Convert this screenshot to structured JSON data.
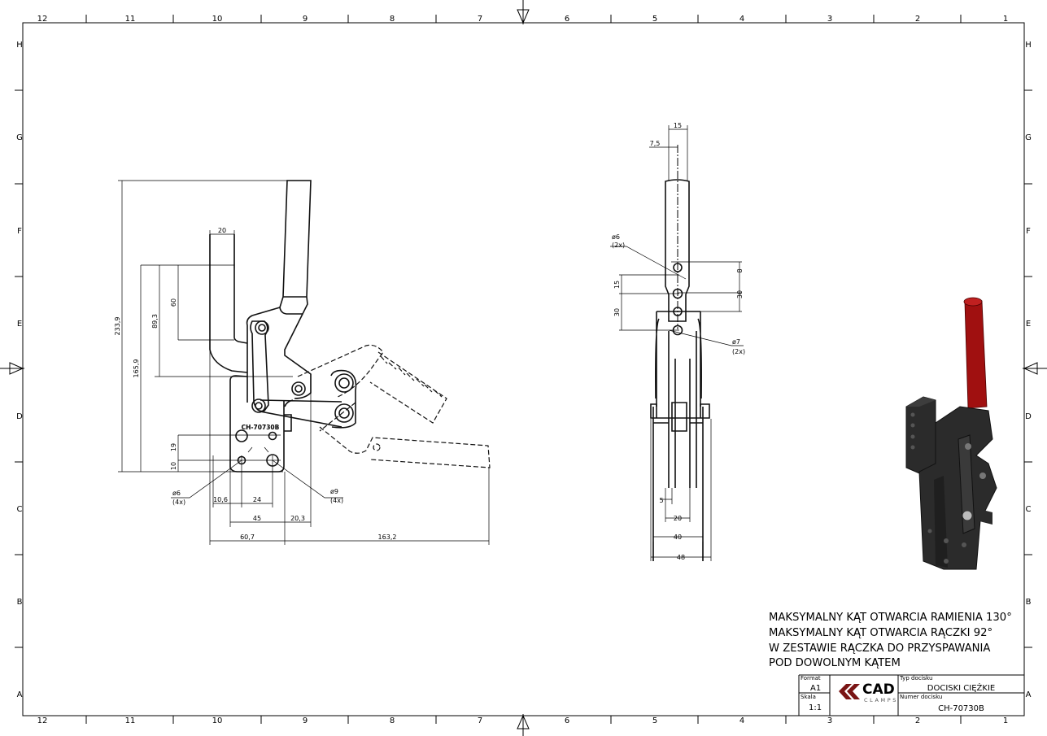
{
  "sheet": {
    "columns": [
      "12",
      "11",
      "10",
      "9",
      "8",
      "7",
      "6",
      "5",
      "4",
      "3",
      "2",
      "1"
    ],
    "rows": [
      "H",
      "G",
      "F",
      "E",
      "D",
      "C",
      "B",
      "A"
    ]
  },
  "front_view": {
    "part_label": "CH-70730B",
    "dims": {
      "d233_9": "233,9",
      "d165_9": "165,9",
      "d89_3": "89,3",
      "d60": "60",
      "d20": "20",
      "d19": "19",
      "d10": "10",
      "d10_6": "10,6",
      "d24": "24",
      "d45": "45",
      "d20_3": "20,3",
      "d60_7": "60,7",
      "d163_2": "163,2"
    },
    "hole_small": {
      "dia": "ø6",
      "count": "(4x)"
    },
    "hole_large": {
      "dia": "ø9",
      "count": "(4x)"
    }
  },
  "side_view": {
    "dims": {
      "d15_top": "15",
      "d7_5": "7,5",
      "d15": "15",
      "d30_left": "30",
      "d8": "8",
      "d30_right": "30",
      "d5": "5",
      "d20": "20",
      "d40": "40",
      "d48": "48"
    },
    "hole_a": {
      "dia": "ø6",
      "count": "(2x)"
    },
    "hole_b": {
      "dia": "ø7",
      "count": "(2x)"
    }
  },
  "notes": [
    "MAKSYMALNY KĄT OTWARCIA RAMIENIA 130°",
    "MAKSYMALNY KĄT OTWARCIA RĄCZKI 92°",
    "W ZESTAWIE RĄCZKA DO PRZYSPAWANIA",
    "POD DOWOLNYM KĄTEM"
  ],
  "title_block": {
    "format_label": "Format",
    "format_value": "A1",
    "scale_label": "Skala",
    "scale_value": "1:1",
    "logo_main": "CAD",
    "logo_sub": "CLAMPS",
    "type_label": "Typ docisku",
    "type_value": "DOCISKI CIĘŻKIE",
    "number_label": "Numer docisku",
    "number_value": "CH-70730B"
  },
  "colors": {
    "logo_red": "#7a1414",
    "handle_red": "#a01010",
    "body_dark": "#2b2b2b"
  }
}
